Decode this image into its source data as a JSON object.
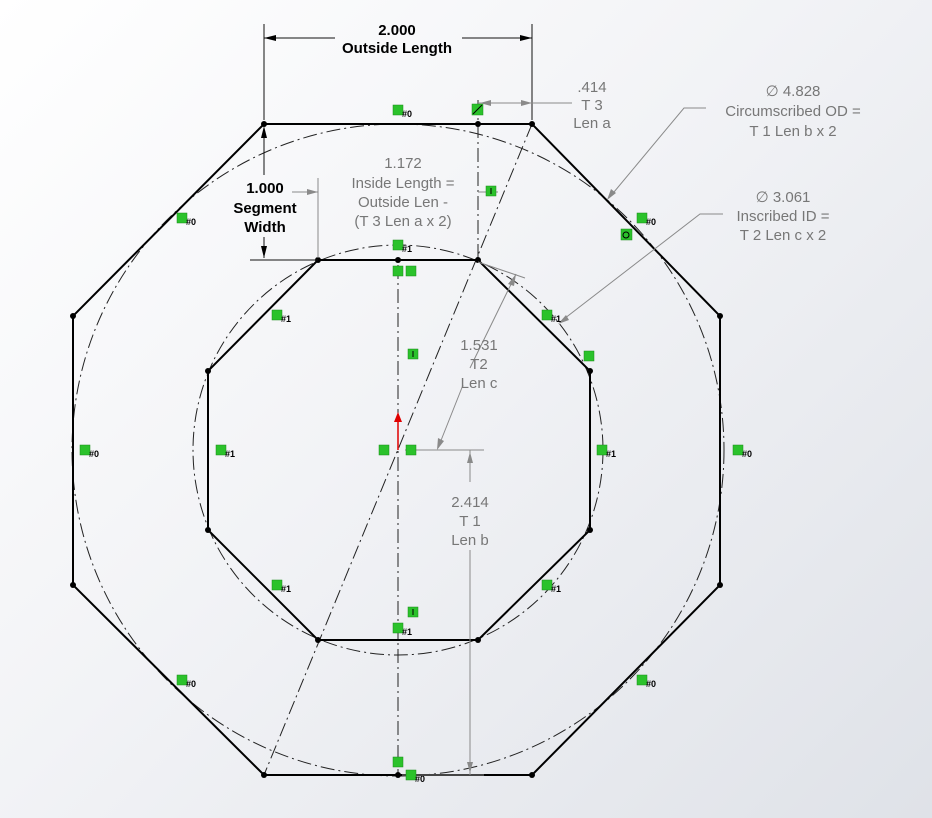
{
  "dimensions": {
    "outside_length": {
      "value": "2.000",
      "label": "Outside Length"
    },
    "segment_width": {
      "value": "1.000",
      "line1": "Segment",
      "line2": "Width"
    },
    "t3_len_a": {
      "value": ".414",
      "line1": "T 3",
      "line2": "Len a"
    },
    "inside_length": {
      "value": "1.172",
      "line1": "Inside Length =",
      "line2": "Outside Len -",
      "line3": "(T 3 Len a x 2)"
    },
    "circumscribed_od": {
      "value": "∅ 4.828",
      "line1": "Circumscribed OD =",
      "line2": "T 1 Len b x 2"
    },
    "inscribed_id": {
      "value": "∅ 3.061",
      "line1": "Inscribed ID =",
      "line2": "T 2 Len c x 2"
    },
    "t2_len_c": {
      "value": "1.531",
      "line1": "T2",
      "line2": "Len c"
    },
    "t1_len_b": {
      "value": "2.414",
      "line1": "T 1",
      "line2": "Len b"
    }
  },
  "relations": {
    "equal_outer": "#0",
    "equal_inner": "#1"
  },
  "colors": {
    "relation_marker": "#2bc22b",
    "origin": "#e00000"
  }
}
